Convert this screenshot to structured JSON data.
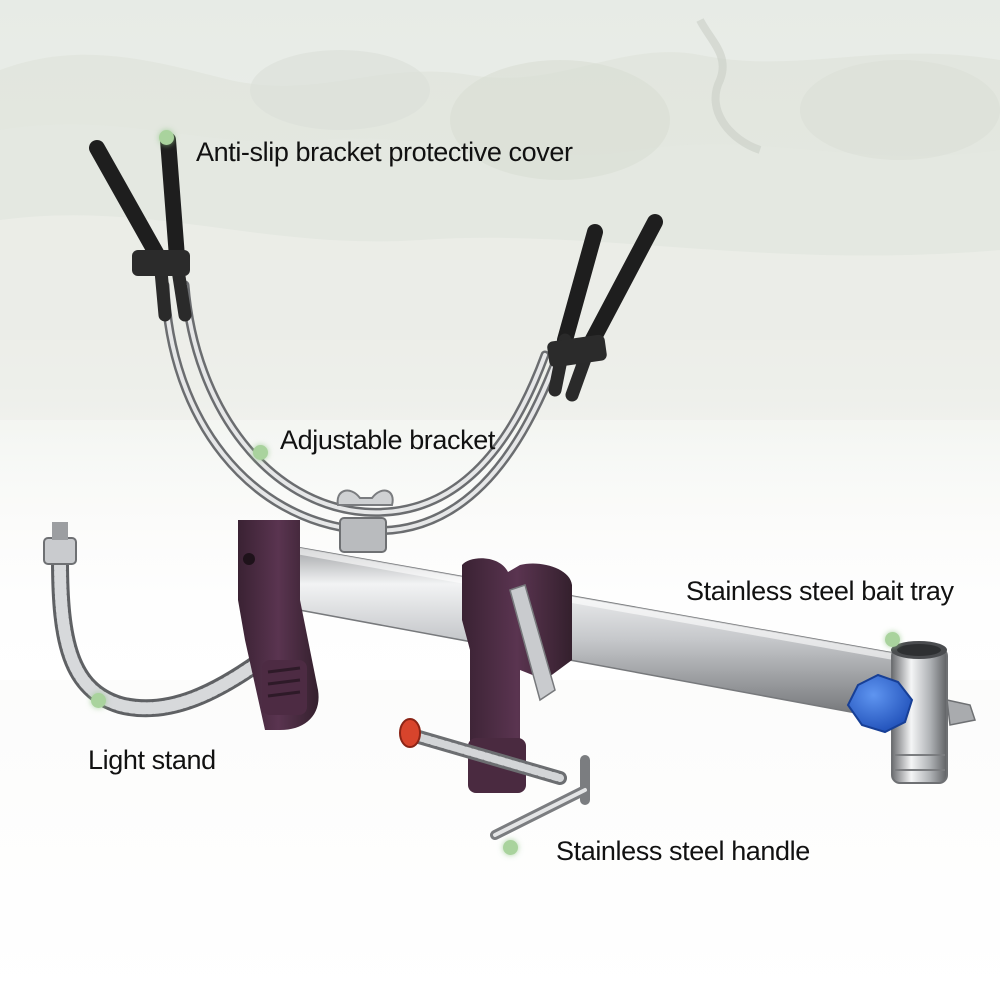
{
  "labels": {
    "cover": "Anti-slip bracket protective cover",
    "bracket": "Adjustable bracket",
    "tray": "Stainless steel bait tray",
    "light": "Light stand",
    "handle": "Stainless steel handle"
  },
  "colors": {
    "marker": "#a9d39d",
    "clamp": "#4a2a40",
    "knob": "#2f6ad8",
    "screw_cap": "#d8442c",
    "rubber": "#2a2a2a"
  },
  "icons": {
    "marker": "green-dot"
  }
}
